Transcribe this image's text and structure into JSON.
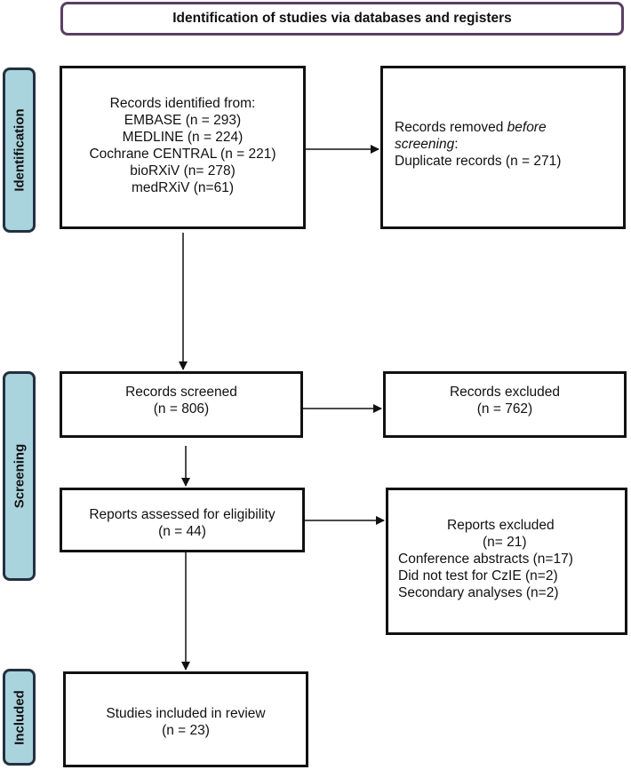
{
  "header": "Identification of studies via databases and registers",
  "phases": {
    "identification": "Identification",
    "screening": "Screening",
    "included": "Included"
  },
  "identified": {
    "lines": [
      "Records identified from:",
      "EMBASE (n = 293)",
      "MEDLINE (n = 224)",
      "Cochrane CENTRAL (n = 221)",
      "bioRXiV (n= 278)",
      "medRXiV (n=61)"
    ]
  },
  "removed": {
    "prefix": "Records removed ",
    "emph1": "before",
    "emph2": "screening",
    "suffix": ":",
    "detail": "Duplicate records (n = 271)"
  },
  "screened": {
    "title": "Records screened",
    "count": "(n = 806)"
  },
  "excluded": {
    "title": "Records excluded",
    "count": "(n = 762)"
  },
  "assessed": {
    "title": "Reports assessed for eligibility",
    "count": "(n = 44)"
  },
  "reports_excluded": {
    "title": "Reports excluded",
    "count": "(n= 21)",
    "reasons": [
      "Conference abstracts (n=17)",
      "Did not test for CzIE (n=2)",
      "Secondary analyses (n=2)"
    ]
  },
  "included": {
    "title": "Studies included in review",
    "count": "(n = 23)"
  },
  "colors": {
    "header_border": "#5a3f63",
    "phase_fill": "#a9d4dd",
    "phase_border": "#243040",
    "box_border": "#111111"
  }
}
